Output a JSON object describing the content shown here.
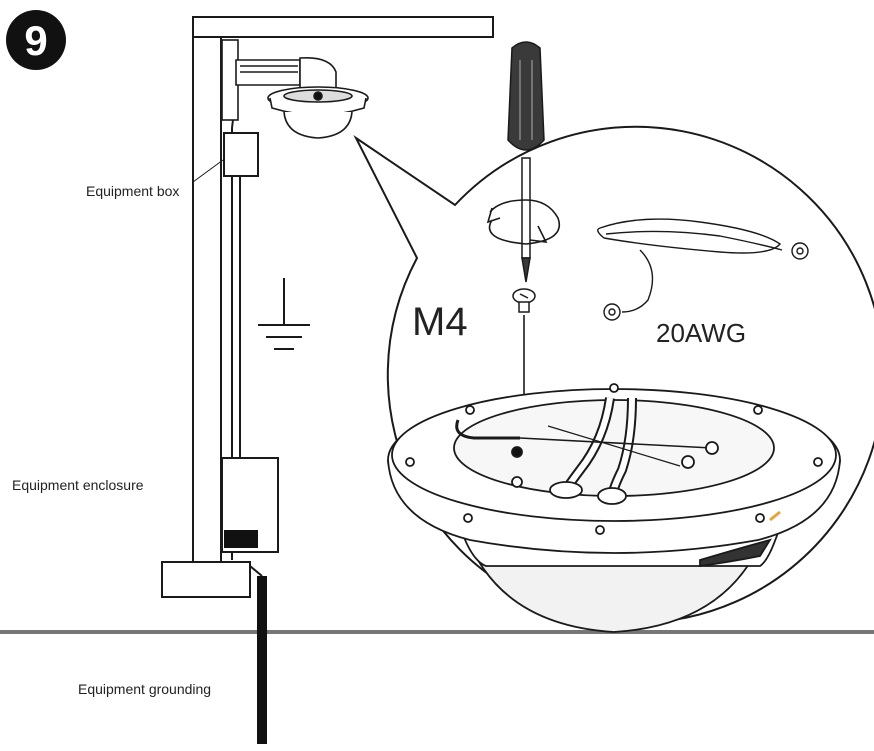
{
  "step": {
    "number": "9"
  },
  "labels": {
    "equipment_box": "Equipment box",
    "equipment_enclosure": "Equipment enclosure",
    "equipment_grounding": "Equipment grounding"
  },
  "callout": {
    "screw_size": "M4",
    "wire_gauge": "20AWG"
  },
  "colors": {
    "ink": "#1a1a1a",
    "ground_line": "#777777",
    "badge": "#111111",
    "accent_orange": "#e8a33a"
  },
  "icons": {
    "ground_symbol": "electrical-ground-icon",
    "rotation": "rotate-clockwise-icon"
  }
}
